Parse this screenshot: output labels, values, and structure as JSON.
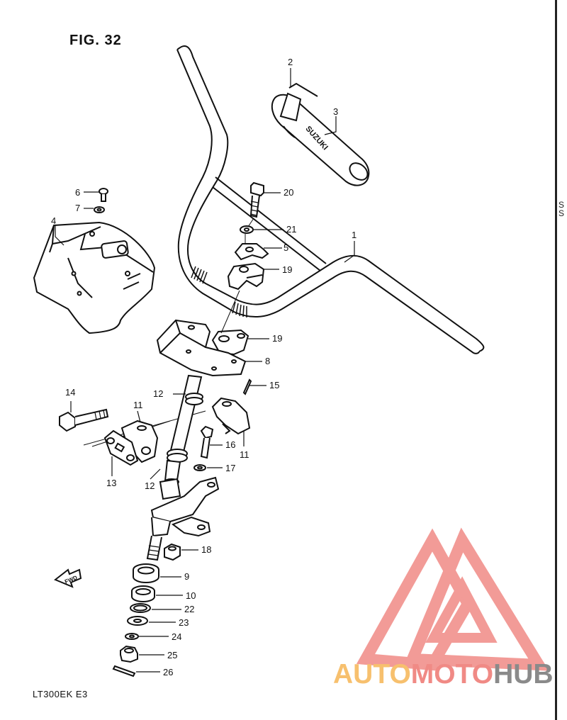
{
  "figure": {
    "title": "FIG. 32",
    "model_code": "LT300EK  E3",
    "fwd_label": "FWD",
    "grip_brand": "SUZUKI"
  },
  "edge_fragments": [
    "S",
    "S"
  ],
  "watermark": {
    "part_a": "AUTO",
    "part_b": "MOTO",
    "part_c": "HUB",
    "colors": {
      "a": "#f7c06e",
      "b": "#f08a85",
      "c": "#8a8a8a",
      "logo": "#f08a85"
    }
  },
  "callouts": [
    {
      "id": "c1",
      "label": "1"
    },
    {
      "id": "c2",
      "label": "2"
    },
    {
      "id": "c3",
      "label": "3"
    },
    {
      "id": "c4",
      "label": "4"
    },
    {
      "id": "c5",
      "label": "5"
    },
    {
      "id": "c6",
      "label": "6"
    },
    {
      "id": "c7",
      "label": "7"
    },
    {
      "id": "c8",
      "label": "8"
    },
    {
      "id": "c9",
      "label": "9"
    },
    {
      "id": "c10",
      "label": "10"
    },
    {
      "id": "c11a",
      "label": "11"
    },
    {
      "id": "c11b",
      "label": "11"
    },
    {
      "id": "c12a",
      "label": "12"
    },
    {
      "id": "c12b",
      "label": "12"
    },
    {
      "id": "c13",
      "label": "13"
    },
    {
      "id": "c14",
      "label": "14"
    },
    {
      "id": "c15",
      "label": "15"
    },
    {
      "id": "c16",
      "label": "16"
    },
    {
      "id": "c17",
      "label": "17"
    },
    {
      "id": "c18",
      "label": "18"
    },
    {
      "id": "c19a",
      "label": "19"
    },
    {
      "id": "c19b",
      "label": "19"
    },
    {
      "id": "c20",
      "label": "20"
    },
    {
      "id": "c21",
      "label": "21"
    },
    {
      "id": "c22",
      "label": "22"
    },
    {
      "id": "c23",
      "label": "23"
    },
    {
      "id": "c24",
      "label": "24"
    },
    {
      "id": "c25",
      "label": "25"
    },
    {
      "id": "c26",
      "label": "26"
    }
  ]
}
